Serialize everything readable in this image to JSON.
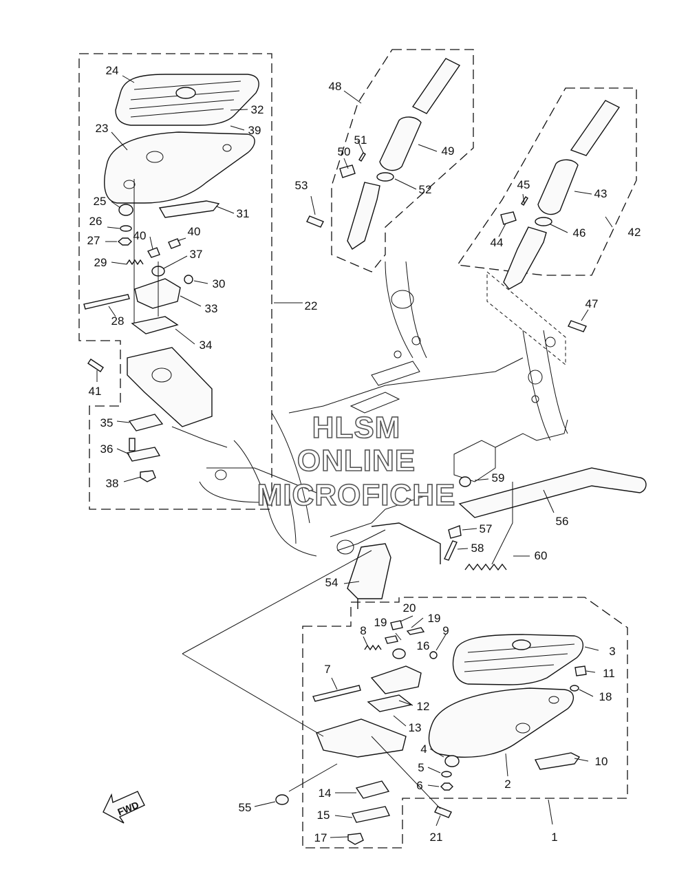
{
  "watermark": {
    "line1": "HLSM",
    "line2": "ONLINE",
    "line3": "MICROFICHE"
  },
  "direction_label": "FWD",
  "callouts": [
    {
      "id": "1",
      "text": "1"
    },
    {
      "id": "2",
      "text": "2"
    },
    {
      "id": "3",
      "text": "3"
    },
    {
      "id": "4",
      "text": "4"
    },
    {
      "id": "5",
      "text": "5"
    },
    {
      "id": "6",
      "text": "6"
    },
    {
      "id": "7",
      "text": "7"
    },
    {
      "id": "8",
      "text": "8"
    },
    {
      "id": "9",
      "text": "9"
    },
    {
      "id": "10",
      "text": "10"
    },
    {
      "id": "11",
      "text": "11"
    },
    {
      "id": "12",
      "text": "12"
    },
    {
      "id": "13",
      "text": "13"
    },
    {
      "id": "14",
      "text": "14"
    },
    {
      "id": "15",
      "text": "15"
    },
    {
      "id": "16",
      "text": "16"
    },
    {
      "id": "17",
      "text": "17"
    },
    {
      "id": "18",
      "text": "18"
    },
    {
      "id": "19a",
      "text": "19"
    },
    {
      "id": "19b",
      "text": "19"
    },
    {
      "id": "20",
      "text": "20"
    },
    {
      "id": "21",
      "text": "21"
    },
    {
      "id": "22",
      "text": "22"
    },
    {
      "id": "23",
      "text": "23"
    },
    {
      "id": "24",
      "text": "24"
    },
    {
      "id": "25",
      "text": "25"
    },
    {
      "id": "26",
      "text": "26"
    },
    {
      "id": "27",
      "text": "27"
    },
    {
      "id": "28",
      "text": "28"
    },
    {
      "id": "29",
      "text": "29"
    },
    {
      "id": "30",
      "text": "30"
    },
    {
      "id": "31",
      "text": "31"
    },
    {
      "id": "32",
      "text": "32"
    },
    {
      "id": "33",
      "text": "33"
    },
    {
      "id": "34",
      "text": "34"
    },
    {
      "id": "35",
      "text": "35"
    },
    {
      "id": "36",
      "text": "36"
    },
    {
      "id": "37",
      "text": "37"
    },
    {
      "id": "38",
      "text": "38"
    },
    {
      "id": "39",
      "text": "39"
    },
    {
      "id": "40a",
      "text": "40"
    },
    {
      "id": "40b",
      "text": "40"
    },
    {
      "id": "41",
      "text": "41"
    },
    {
      "id": "42",
      "text": "42"
    },
    {
      "id": "43",
      "text": "43"
    },
    {
      "id": "44",
      "text": "44"
    },
    {
      "id": "45",
      "text": "45"
    },
    {
      "id": "46",
      "text": "46"
    },
    {
      "id": "47",
      "text": "47"
    },
    {
      "id": "48",
      "text": "48"
    },
    {
      "id": "49",
      "text": "49"
    },
    {
      "id": "50",
      "text": "50"
    },
    {
      "id": "51",
      "text": "51"
    },
    {
      "id": "52",
      "text": "52"
    },
    {
      "id": "53",
      "text": "53"
    },
    {
      "id": "54",
      "text": "54"
    },
    {
      "id": "55",
      "text": "55"
    },
    {
      "id": "56",
      "text": "56"
    },
    {
      "id": "57",
      "text": "57"
    },
    {
      "id": "58",
      "text": "58"
    },
    {
      "id": "59",
      "text": "59"
    },
    {
      "id": "60",
      "text": "60"
    }
  ]
}
